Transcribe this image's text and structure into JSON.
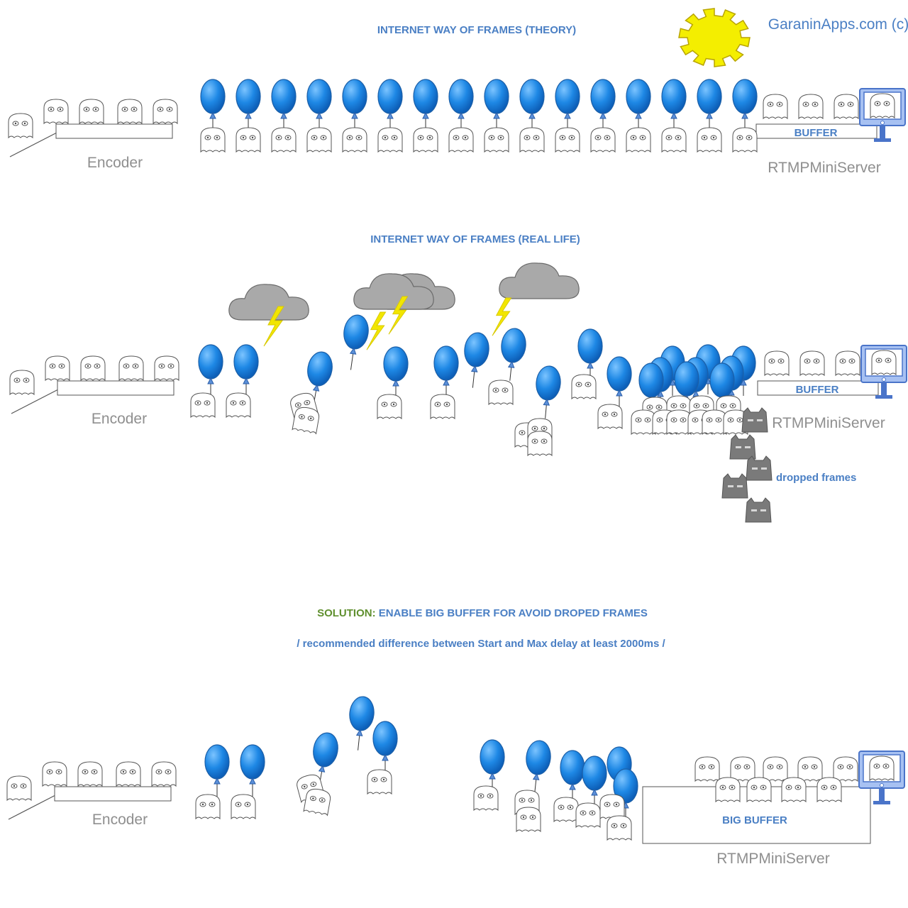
{
  "header": {
    "brand": "GaraninApps.com (c)",
    "sun_icon": "gear-sun-icon"
  },
  "theory": {
    "title": "INTERNET WAY OF FRAMES (THEORY)",
    "encoder_label": "Encoder",
    "buffer_label": "BUFFER",
    "server_label": "RTMPMiniServer"
  },
  "real_life": {
    "title": "INTERNET WAY OF FRAMES (REAL LIFE)",
    "encoder_label": "Encoder",
    "buffer_label": "BUFFER",
    "server_label": "RTMPMiniServer",
    "dropped_label": "dropped frames"
  },
  "solution": {
    "prefix": "SOLUTION:",
    "title": " ENABLE BIG BUFFER FOR AVOID DROPED FRAMES",
    "note": "/ recommended difference between Start and Max delay at least 2000ms /",
    "encoder_label": "Encoder",
    "buffer_label": "BIG BUFFER",
    "server_label": "RTMPMiniServer"
  },
  "colors": {
    "accent_blue": "#4a7fc4",
    "solution_green": "#5f8f2e",
    "balloon_blue": "#1e88e5",
    "sun_yellow": "#f4ee00",
    "cloud_gray": "#a9a9a9",
    "dropped_gray": "#7a7a7a"
  }
}
